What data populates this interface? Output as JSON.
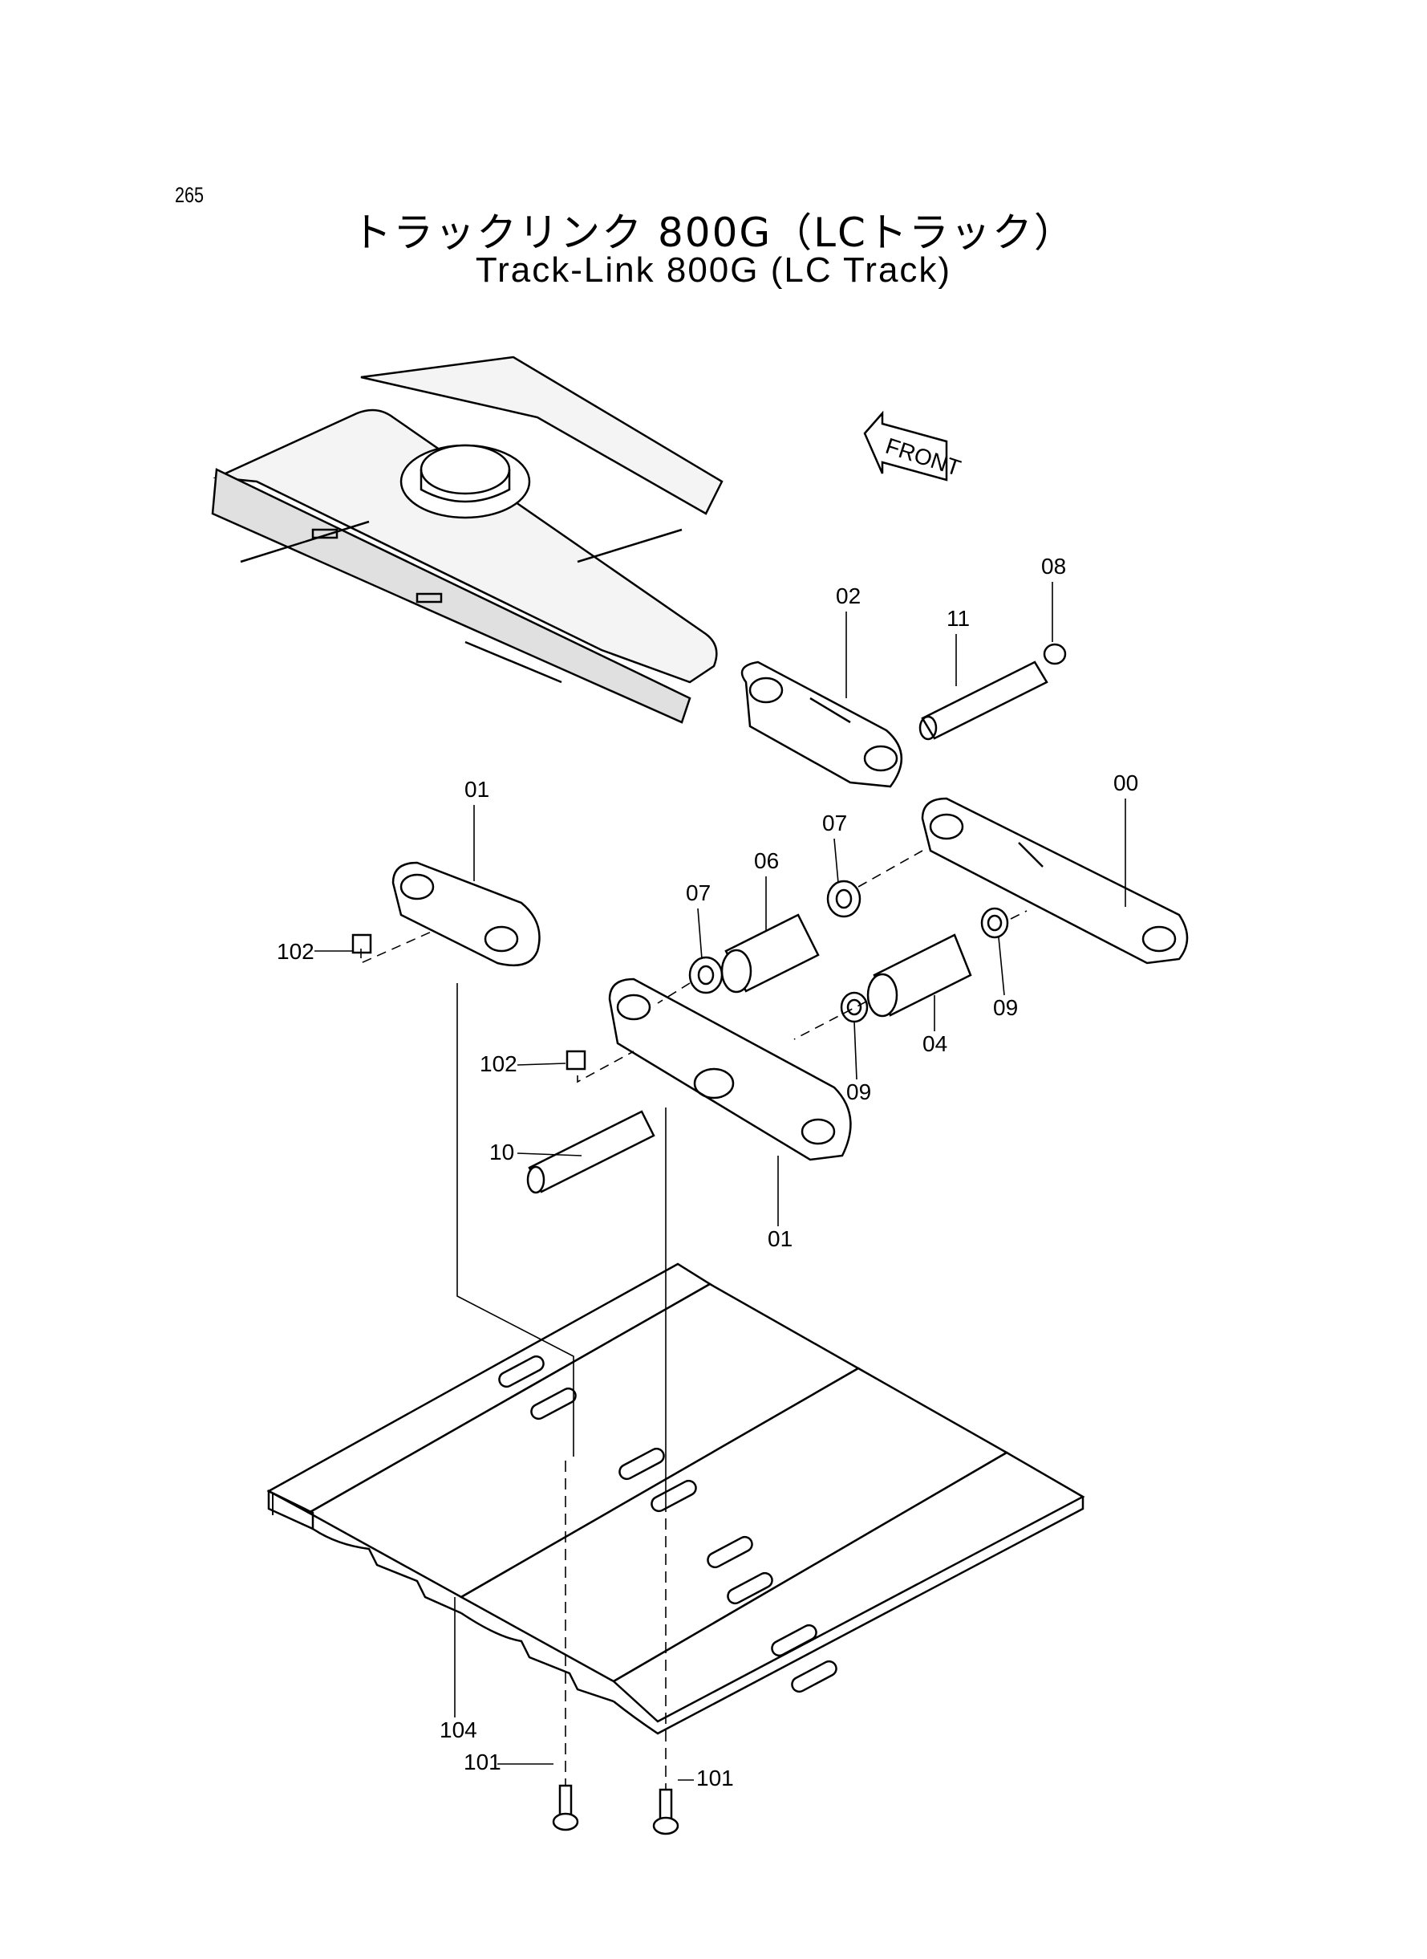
{
  "page_number": "265",
  "title_jp": "トラックリンク 800G（LCトラック）",
  "title_en": "Track-Link 800G (LC Track)",
  "front_label": "FRONT",
  "callouts": [
    "00",
    "01",
    "01",
    "02",
    "04",
    "06",
    "07",
    "07",
    "08",
    "09",
    "09",
    "10",
    "11",
    "101",
    "101",
    "102",
    "102",
    "104"
  ]
}
